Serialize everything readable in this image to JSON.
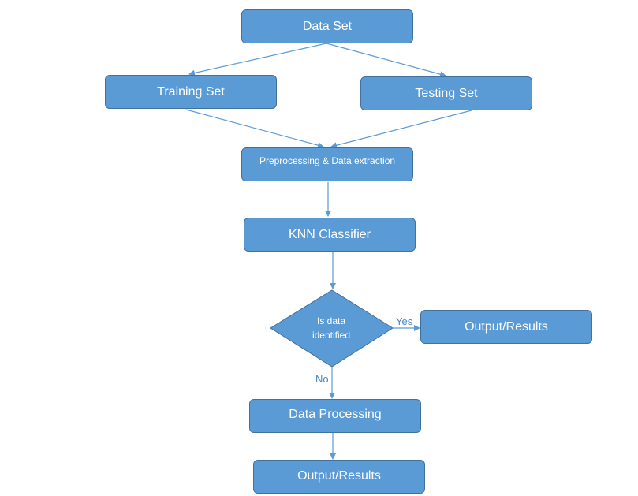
{
  "nodes": {
    "data_set": "Data Set",
    "training_set": "Training Set",
    "testing_set": "Testing Set",
    "preprocessing": "Preprocessing & Data extraction",
    "knn": "KNN Classifier",
    "decision_line1": "Is data",
    "decision_line2": "identified",
    "output_yes": "Output/Results",
    "data_processing": "Data Processing",
    "output_final": "Output/Results"
  },
  "edge_labels": {
    "yes": "Yes",
    "no": "No"
  },
  "colors": {
    "box_fill": "#5b9bd5",
    "box_border": "#41719c",
    "connector": "#5b9bd5",
    "label_text": "#4a86c5"
  }
}
